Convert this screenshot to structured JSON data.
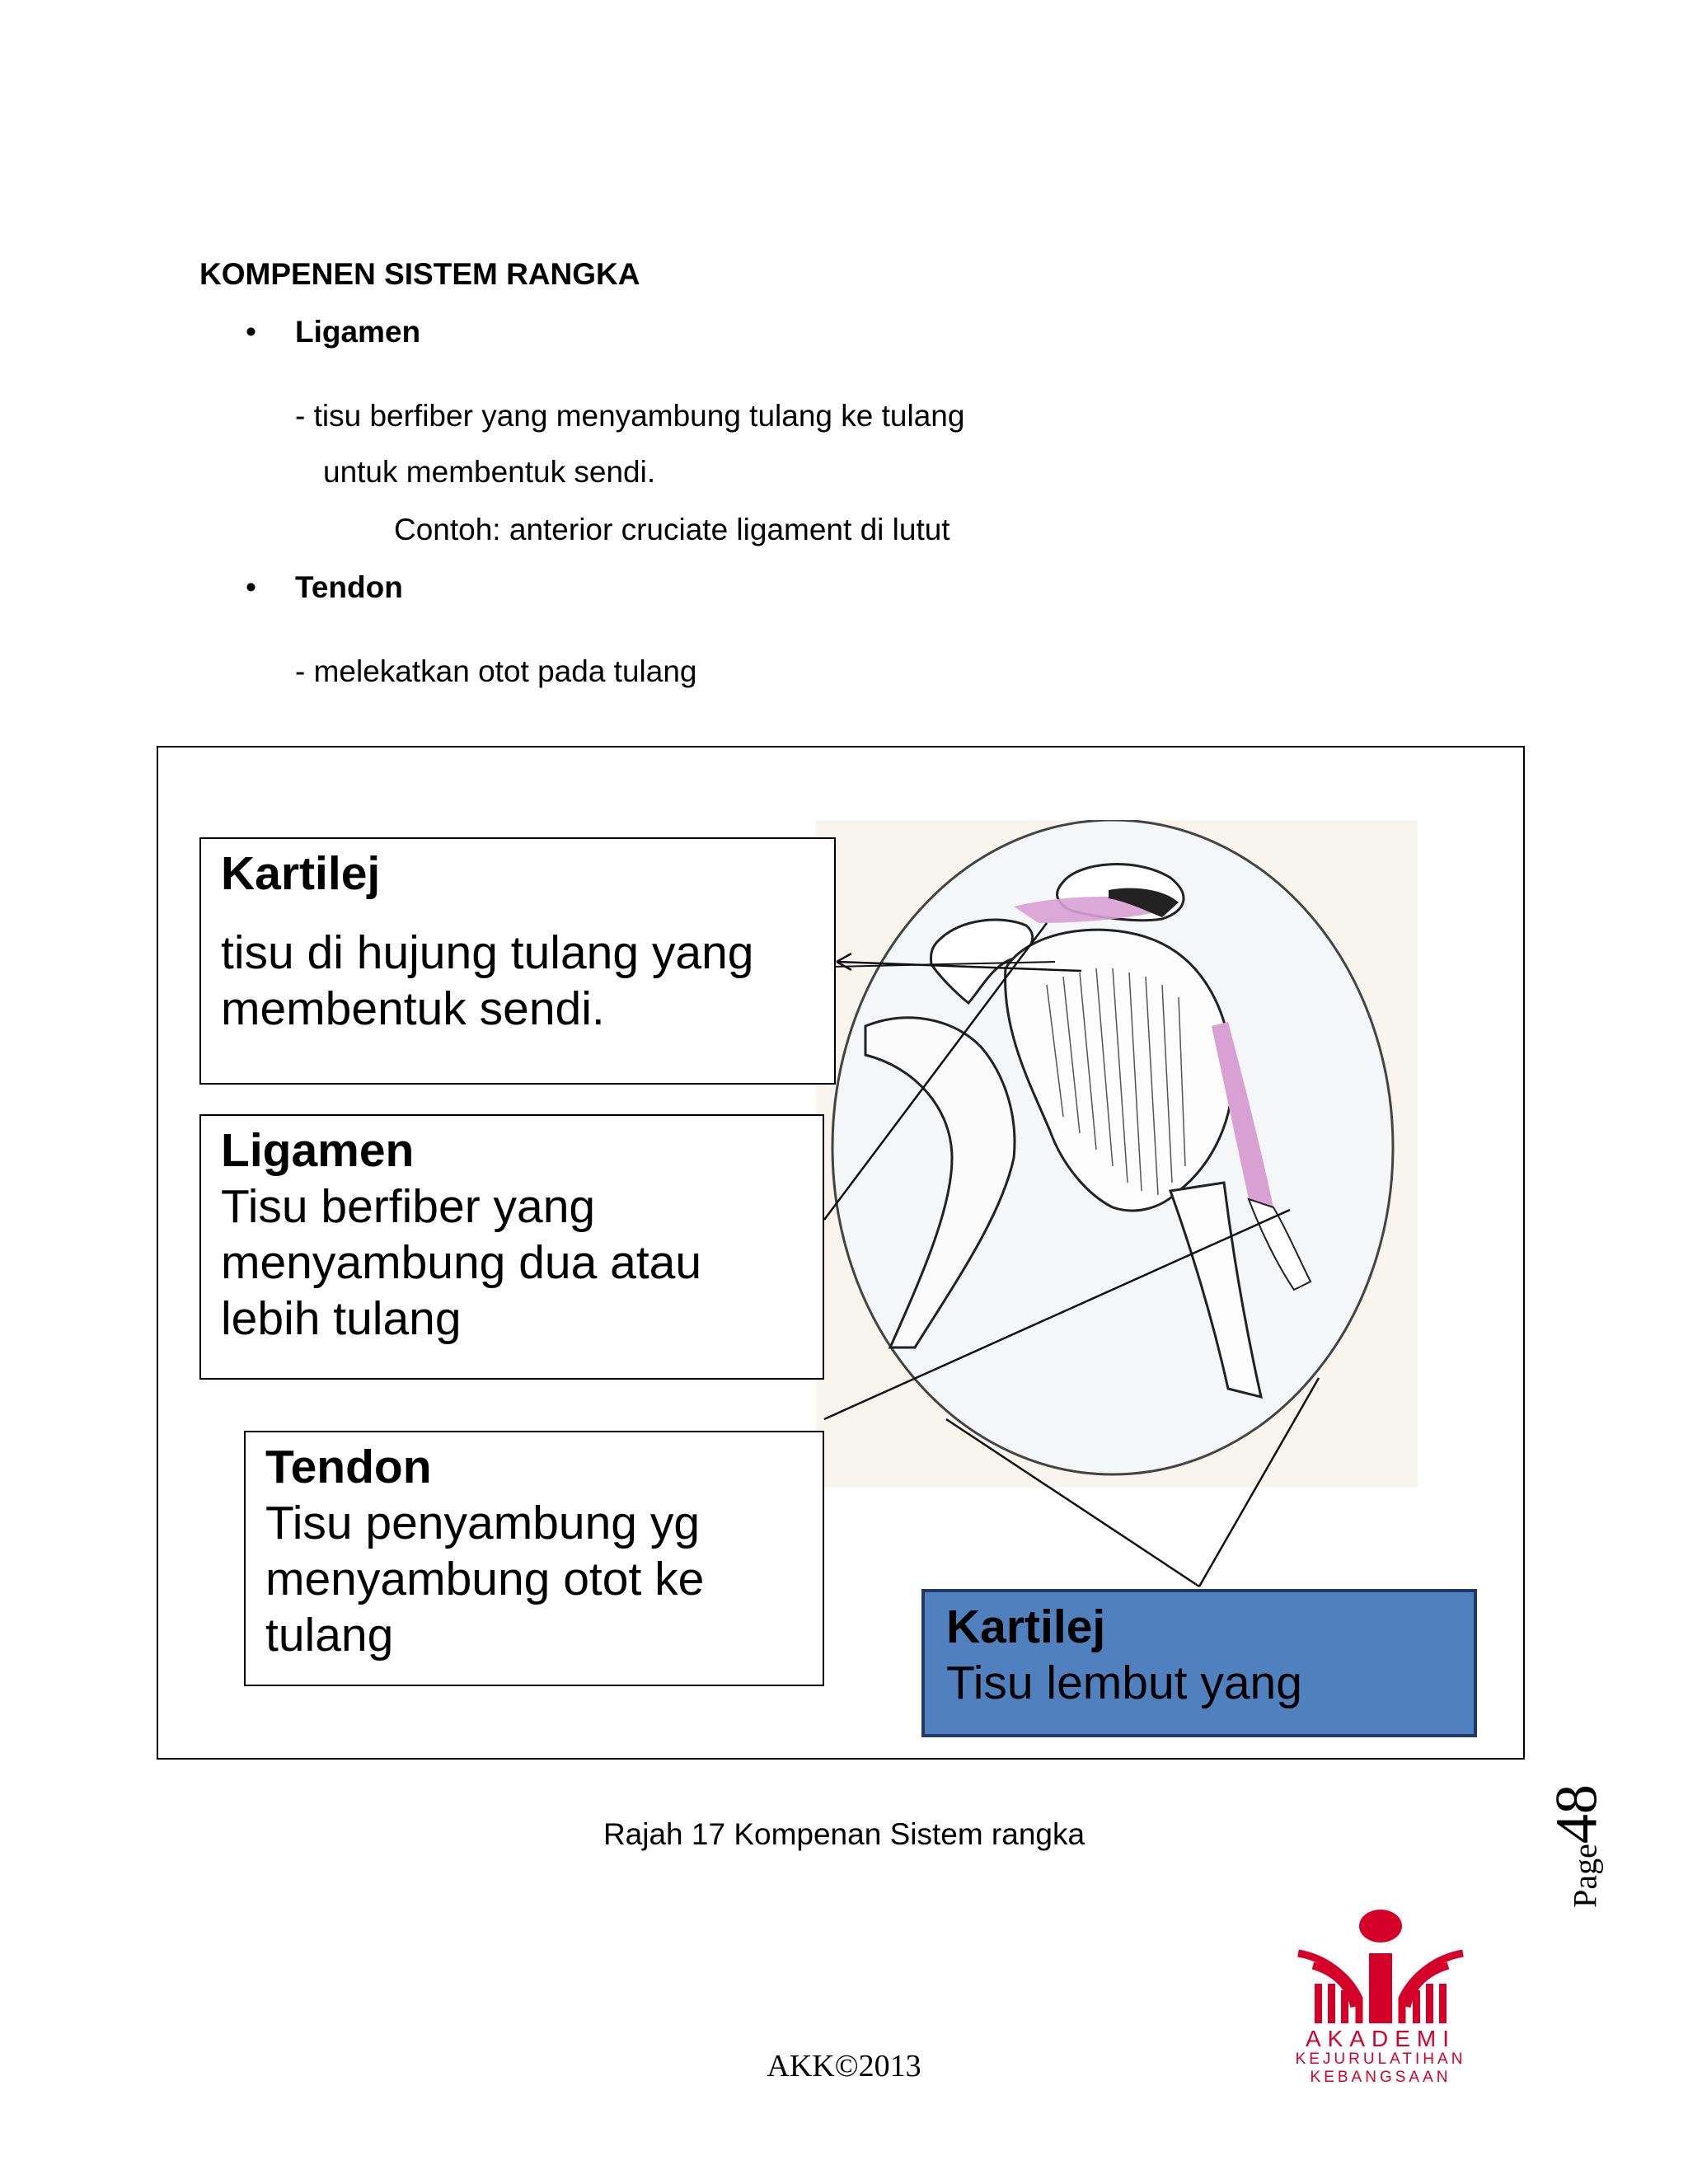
{
  "document": {
    "heading": "KOMPENEN SISTEM RANGKA",
    "bullets": [
      {
        "symbol": "•",
        "label": "Ligamen",
        "lines": [
          "-  tisu berfiber yang menyambung tulang ke tulang",
          "untuk membentuk sendi."
        ],
        "example": "Contoh: anterior cruciate ligament di lutut"
      },
      {
        "symbol": "•",
        "label": "Tendon",
        "lines": [
          "-  melekatkan otot pada tulang"
        ]
      }
    ]
  },
  "figure": {
    "callouts": {
      "kartilej": {
        "title": "Kartilej",
        "body": "tisu di hujung tulang yang membentuk sendi."
      },
      "ligamen": {
        "title": "Ligamen",
        "body": "Tisu berfiber yang menyambung dua atau lebih tulang"
      },
      "tendon": {
        "title": "Tendon",
        "body": "Tisu penyambung yg menyambung otot ke tulang"
      },
      "kartilej_blue": {
        "title": "Kartilej",
        "body": "Tisu lembut yang"
      }
    },
    "caption": "Rajah 17 Kompenan Sistem rangka",
    "colors": {
      "ligament_highlight": "#d9a0d4",
      "callout_blue": "#5080bd",
      "callout_blue_border": "#1f3a66"
    }
  },
  "footer": {
    "page_word": "Page",
    "page_number": "48",
    "copyright": "AKK©2013",
    "logo": {
      "line1": "AKADEMI",
      "line2": "KEJURULATIHAN",
      "line3": "KEBANGSAAN",
      "color": "#d4002a",
      "icon": "akademi-logo-icon"
    }
  }
}
